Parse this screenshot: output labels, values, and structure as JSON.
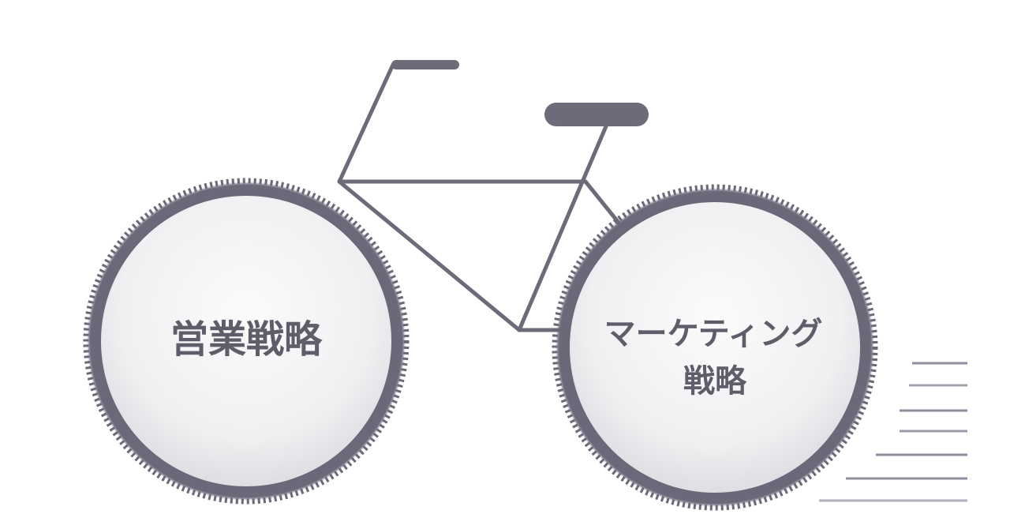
{
  "diagram": {
    "rear_wheel": {
      "label": "営業戦略"
    },
    "front_wheel": {
      "label_line1": "マーケティング",
      "label_line2": "戦略"
    }
  },
  "colors": {
    "frame": "#6c6b7a",
    "tire": "#6a6979",
    "wheel_fill_center": "#fafafb",
    "wheel_fill_edge": "#e6e6ea",
    "label": "#5e5d6a",
    "speed_lines": "#9a99a8"
  }
}
